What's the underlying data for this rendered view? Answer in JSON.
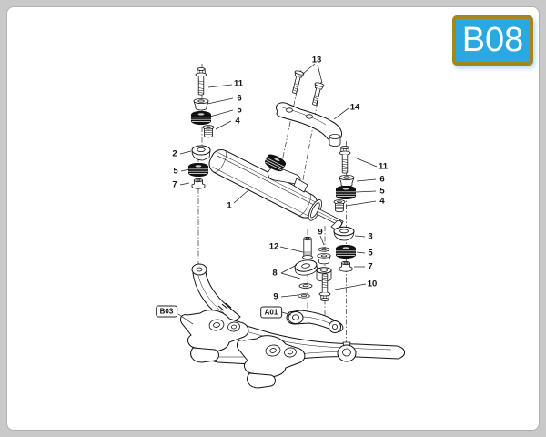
{
  "page": {
    "badge": {
      "label": "B08",
      "bg_color": "#29A9E0",
      "border_color": "#A6851C",
      "text_color": "#FFFFFF"
    },
    "canvas": {
      "margin_color": "#C9C9C9",
      "sheet_color": "#FFFFFF",
      "line_color": "#111111"
    }
  },
  "diagram": {
    "callouts": [
      {
        "label": "11"
      },
      {
        "label": "6"
      },
      {
        "label": "5"
      },
      {
        "label": "4"
      },
      {
        "label": "2"
      },
      {
        "label": "5"
      },
      {
        "label": "7"
      },
      {
        "label": "1"
      },
      {
        "label": "13"
      },
      {
        "label": "14"
      },
      {
        "label": "11"
      },
      {
        "label": "6"
      },
      {
        "label": "5"
      },
      {
        "label": "4"
      },
      {
        "label": "3"
      },
      {
        "label": "9"
      },
      {
        "label": "12"
      },
      {
        "label": "5"
      },
      {
        "label": "7"
      },
      {
        "label": "8"
      },
      {
        "label": "10"
      },
      {
        "label": "9"
      }
    ],
    "refs": [
      {
        "label": "B03"
      },
      {
        "label": "A01"
      }
    ]
  }
}
